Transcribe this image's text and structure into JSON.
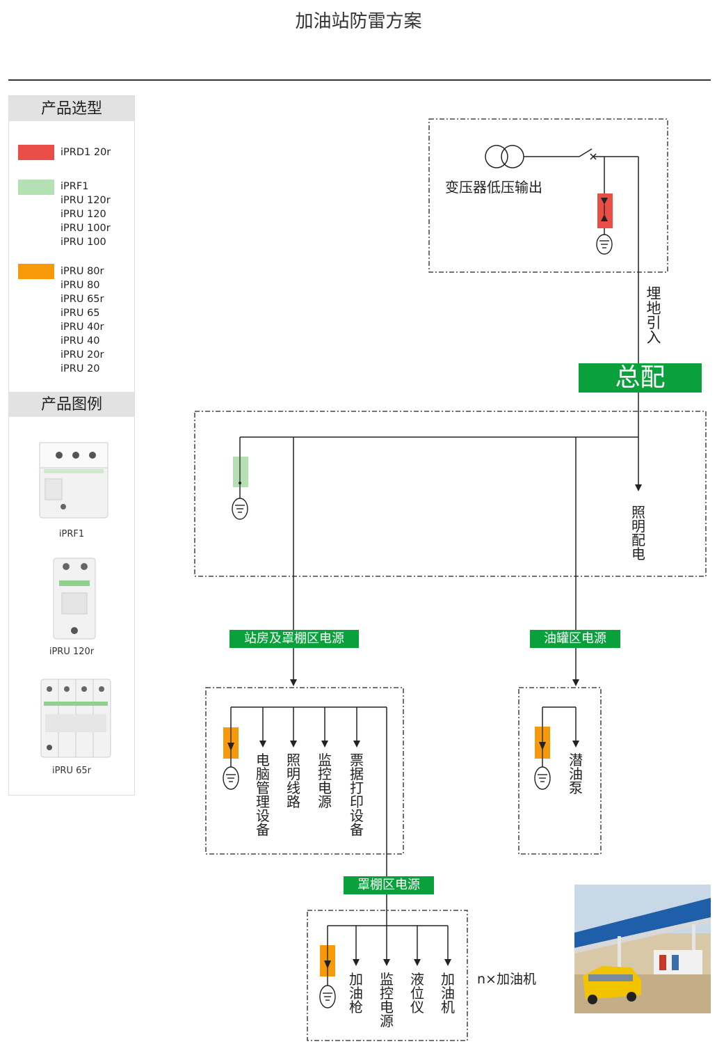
{
  "title": "加油站防雷方案",
  "legend": {
    "heading": "产品选型",
    "groups": [
      {
        "color": "#e84e45",
        "models": [
          "iPRD1 20r"
        ]
      },
      {
        "color": "#b4e0b4",
        "models": [
          "iPRF1",
          "iPRU 120r",
          "iPRU 120",
          "iPRU 100r",
          "iPRU 100"
        ]
      },
      {
        "color": "#f79a0a",
        "models": [
          "iPRU 80r",
          "iPRU 80",
          "iPRU 65r",
          "iPRU 65",
          "iPRU 40r",
          "iPRU 40",
          "iPRU 20r",
          "iPRU 20"
        ]
      }
    ]
  },
  "gallery": {
    "heading": "产品图例",
    "items": [
      "iPRF1",
      "iPRU 120r",
      "iPRU 65r"
    ]
  },
  "diagram": {
    "transformer": "变压器低压输出",
    "buried": "埋地引入",
    "main_panel": "总配",
    "lighting_dist": "照明配电",
    "station_power": "站房及罩棚区电源",
    "tank_power": "油罐区电源",
    "canopy_power": "罩棚区电源",
    "station_loads": [
      "电脑管理设备",
      "照明线路",
      "监控电源",
      "票据打印设备"
    ],
    "tank_loads": [
      "潜油泵"
    ],
    "dispenser_loads": [
      "加油枪",
      "监控电源",
      "液位仪",
      "加油机"
    ],
    "dispenser_count": "n×加油机"
  },
  "colors": {
    "red": "#e84e45",
    "green_light": "#b4e0b4",
    "orange": "#f79a0a",
    "green": "#0aa03c"
  }
}
